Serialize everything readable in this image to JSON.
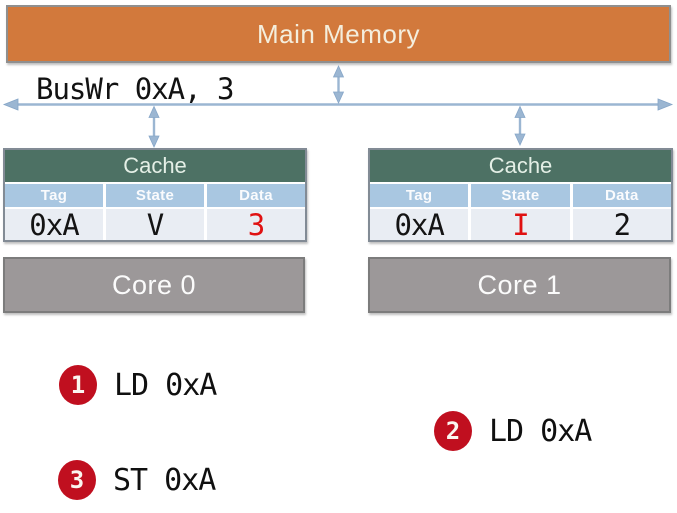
{
  "memory": {
    "label": "Main Memory"
  },
  "bus": {
    "label": "BusWr 0xA, 3"
  },
  "caches": [
    {
      "title": "Cache",
      "columns": [
        "Tag",
        "State",
        "Data"
      ],
      "row": {
        "tag": "0xA",
        "state": "V",
        "data": "3"
      },
      "highlight": "data"
    },
    {
      "title": "Cache",
      "columns": [
        "Tag",
        "State",
        "Data"
      ],
      "row": {
        "tag": "0xA",
        "state": "I",
        "data": "2"
      },
      "highlight": "state"
    }
  ],
  "cores": [
    {
      "label": "Core 0"
    },
    {
      "label": "Core 1"
    }
  ],
  "events": [
    {
      "num": "1",
      "label": "LD 0xA"
    },
    {
      "num": "2",
      "label": "LD 0xA"
    },
    {
      "num": "3",
      "label": "ST 0xA"
    }
  ],
  "colors": {
    "memory_fill": "#D2793C",
    "cache_header_fill": "#4D7164",
    "table_header_fill": "#A9C7E1",
    "table_row_fill": "#E9EDF3",
    "core_fill": "#9C9899",
    "badge_red": "#C00F1F",
    "value_red": "#E01111",
    "bus_blue": "#9BB6D2"
  }
}
